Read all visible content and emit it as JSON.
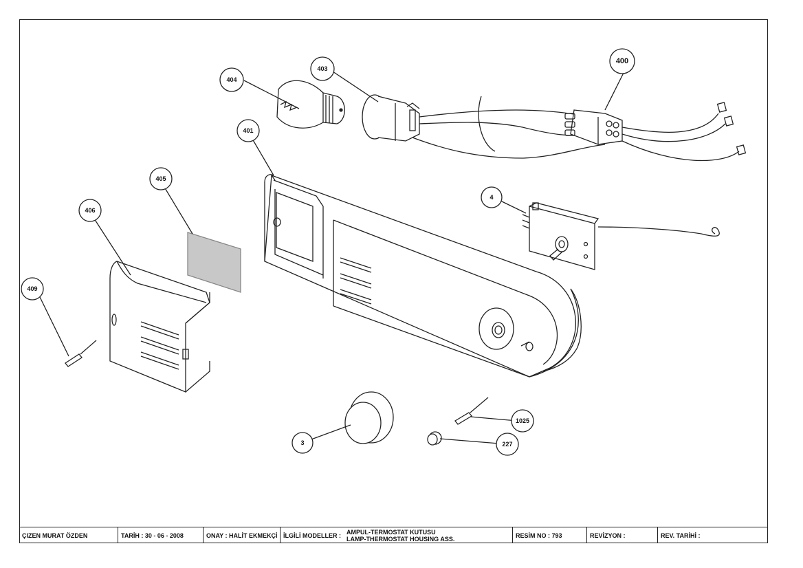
{
  "callouts": {
    "c400": "400",
    "c401": "401",
    "c403": "403",
    "c404": "404",
    "c405": "405",
    "c406": "406",
    "c409": "409",
    "c4": "4",
    "c3": "3",
    "c227": "227",
    "c1025": "1025"
  },
  "title_block": {
    "drawn_by": "ÇIZEN MURAT ÖZDEN",
    "date": "TARİH : 30 - 06 - 2008",
    "approved": "ONAY : HALİT EKMEKÇİ",
    "models_label": "İLGİLİ MODELLER :",
    "part_name_tr": "AMPUL-TERMOSTAT KUTUSU",
    "part_name_en": "LAMP-THERMOSTAT HOUSING ASS.",
    "drawing_no": "RESİM NO : 793",
    "revision": "REVİZYON :",
    "rev_date": "REV. TARİHİ :"
  }
}
